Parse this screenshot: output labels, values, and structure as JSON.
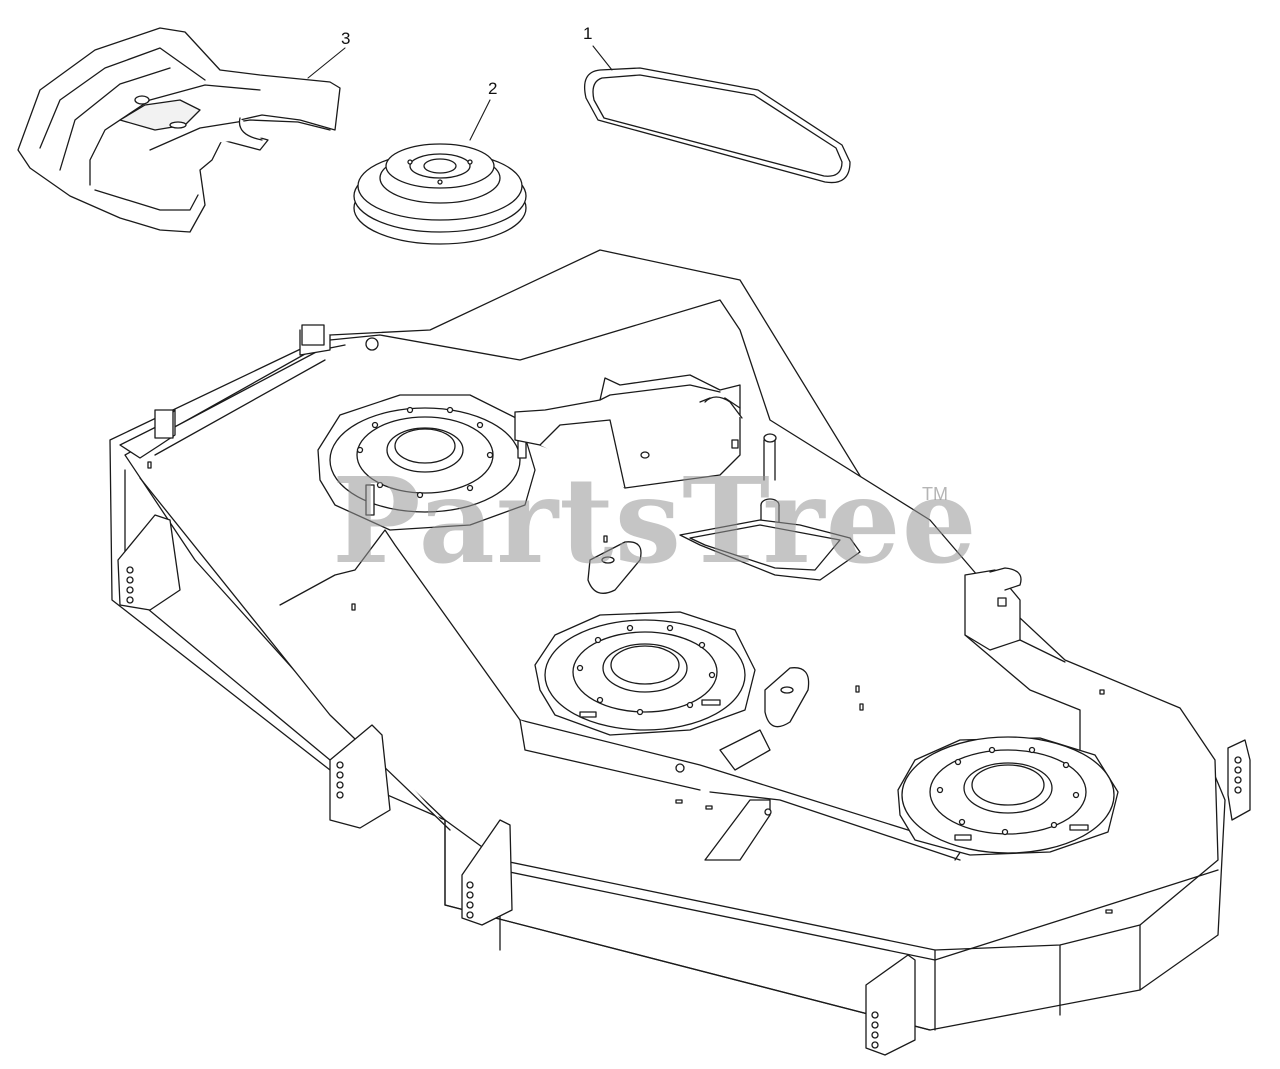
{
  "parts": [
    {
      "number": "1",
      "name": "belt"
    },
    {
      "number": "2",
      "name": "pulley"
    },
    {
      "number": "3",
      "name": "belt-cover"
    }
  ],
  "watermark": {
    "text": "PartsTree",
    "mark": "TM"
  },
  "colors": {
    "line": "#1a1a1a",
    "fill": "#ffffff",
    "shade": "#f2f2f2",
    "watermark": "#969696"
  }
}
